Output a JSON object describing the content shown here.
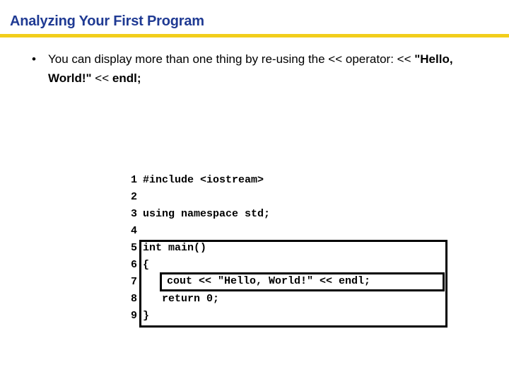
{
  "slide": {
    "title": "Analyzing Your First Program",
    "rule_color": "#F2CE1B",
    "title_color": "#1F3A93"
  },
  "bullet": {
    "marker": "•",
    "line1_plain_a": "You can display more than one thing by re-using the << ",
    "line2_plain_a": "operator: << ",
    "line2_bold_a": "\"Hello, World!\"",
    "line2_plain_b": " << ",
    "line2_bold_b": "endl;"
  },
  "code": {
    "lines": [
      {
        "n": "1",
        "text": "#include <iostream>"
      },
      {
        "n": "2",
        "text": ""
      },
      {
        "n": "3",
        "text": "using namespace std;"
      },
      {
        "n": "4",
        "text": ""
      },
      {
        "n": "5",
        "text": "int main()"
      },
      {
        "n": "6",
        "text": "{"
      },
      {
        "n": "7",
        "text": "   cout << \"Hello, World!\" << endl;"
      },
      {
        "n": "8",
        "text": "   return 0;"
      },
      {
        "n": "9",
        "text": "}"
      }
    ],
    "highlight_line_text": "cout << \"Hello, World!\" << endl;"
  }
}
